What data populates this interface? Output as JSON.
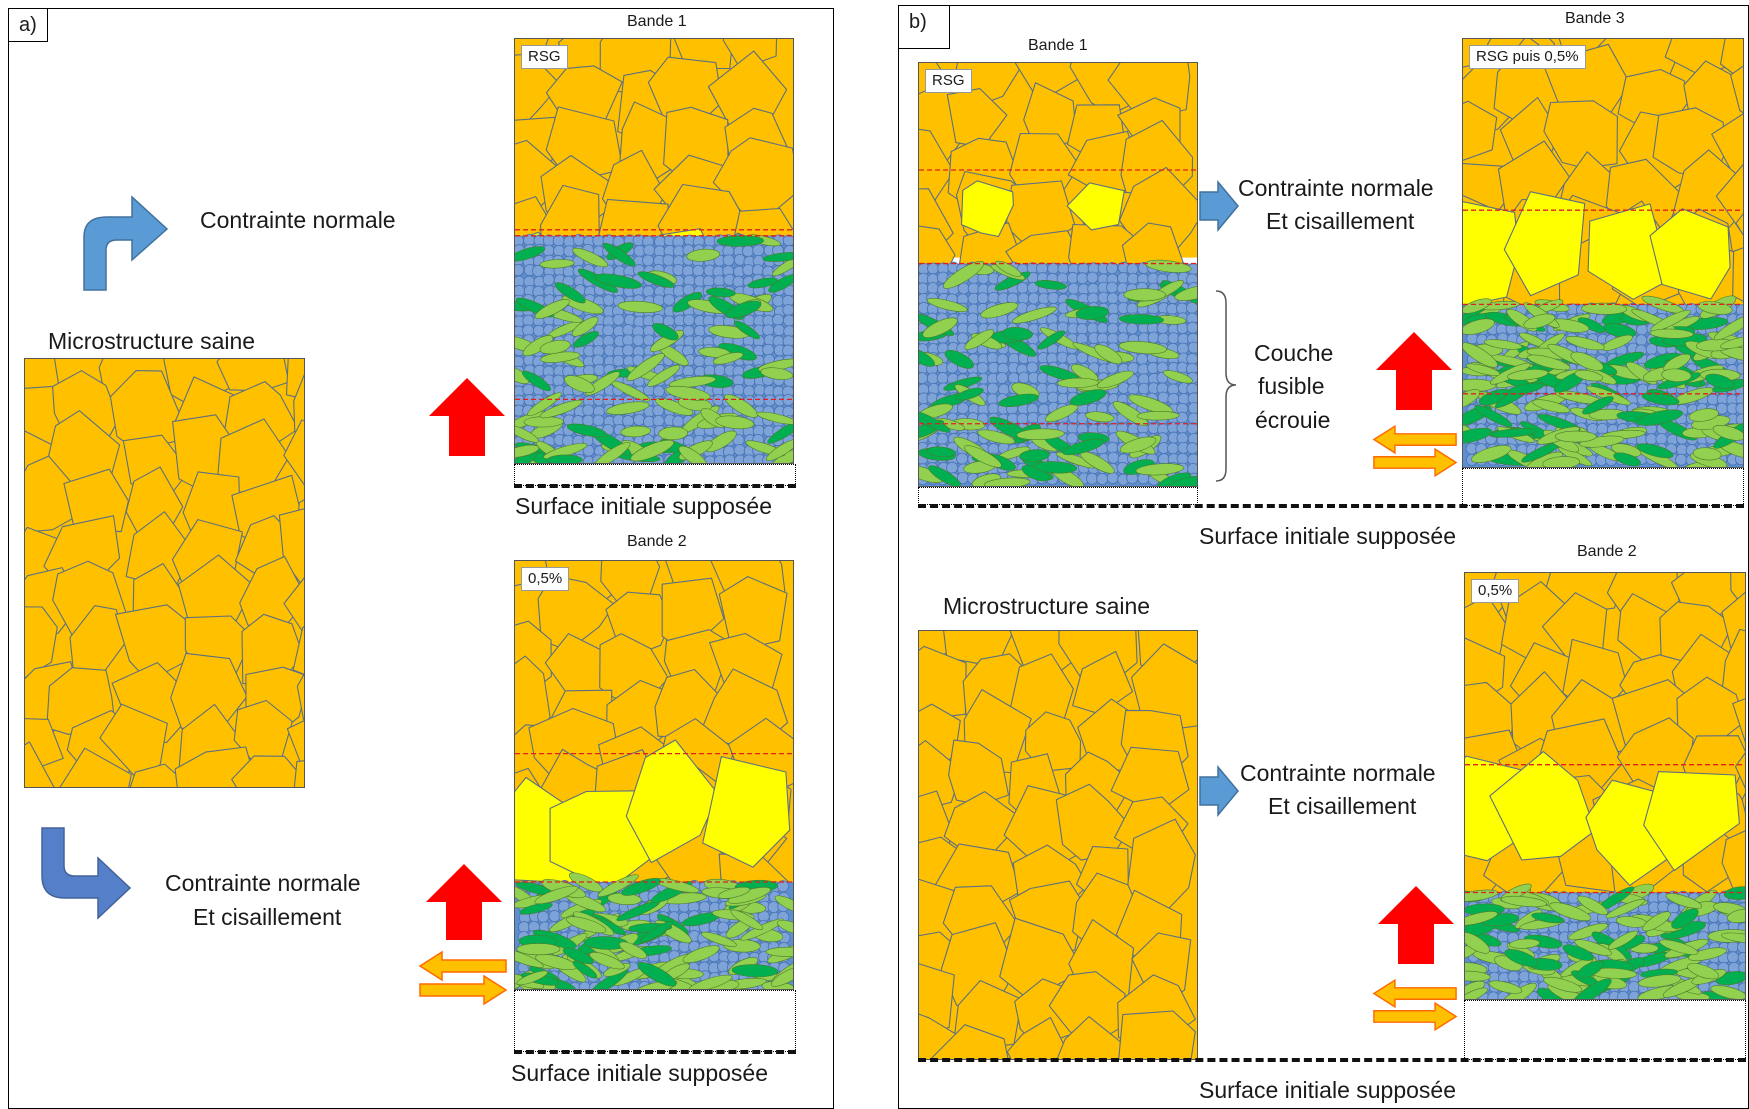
{
  "panel_a": {
    "label": "a)",
    "healthy_title": "Microstructure saine",
    "arrow_top_label": "Contrainte normale",
    "arrow_bottom_label_1": "Contrainte normale",
    "arrow_bottom_label_2": "Et cisaillement",
    "band1": {
      "title": "Bande 1",
      "tag": "RSG"
    },
    "band2": {
      "title": "Bande 2",
      "tag": "0,5%"
    },
    "surface_label_1": "Surface initiale supposée",
    "surface_label_2": "Surface initiale supposée"
  },
  "panel_b": {
    "label": "b)",
    "band1": {
      "title": "Bande 1",
      "tag": "RSG"
    },
    "band3": {
      "title": "Bande 3",
      "tag": "RSG puis 0,5%"
    },
    "band2": {
      "title": "Bande 2",
      "tag": "0,5%"
    },
    "arrow_top_label_1": "Contrainte normale",
    "arrow_top_label_2": "Et cisaillement",
    "layer_label_1": "Couche",
    "layer_label_2": "fusible",
    "layer_label_3": "écrouie",
    "surface_label_top": "Surface initiale supposée",
    "healthy_title": "Microstructure saine",
    "arrow_bottom_label_1": "Contrainte normale",
    "arrow_bottom_label_2": "Et cisaillement",
    "surface_label_bottom": "Surface initiale supposée"
  },
  "colors": {
    "grain_orange": "#FFC000",
    "grain_yellow": "#FFFF00",
    "grain_edge": "#5b7080",
    "blue_grain": "#7da3d9",
    "green_light": "#92d050",
    "green_dark": "#00b050",
    "red_arrow": "#ff0000",
    "blue_arrow": "#5b9bd5",
    "shear_arrow": "#ffc000",
    "dash_red": "#e02020"
  },
  "icons": [
    "curved-arrow-up-right-icon",
    "curved-arrow-down-right-icon",
    "red-up-arrow-icon",
    "shear-arrows-icon",
    "blue-right-arrow-icon",
    "brace-icon"
  ]
}
